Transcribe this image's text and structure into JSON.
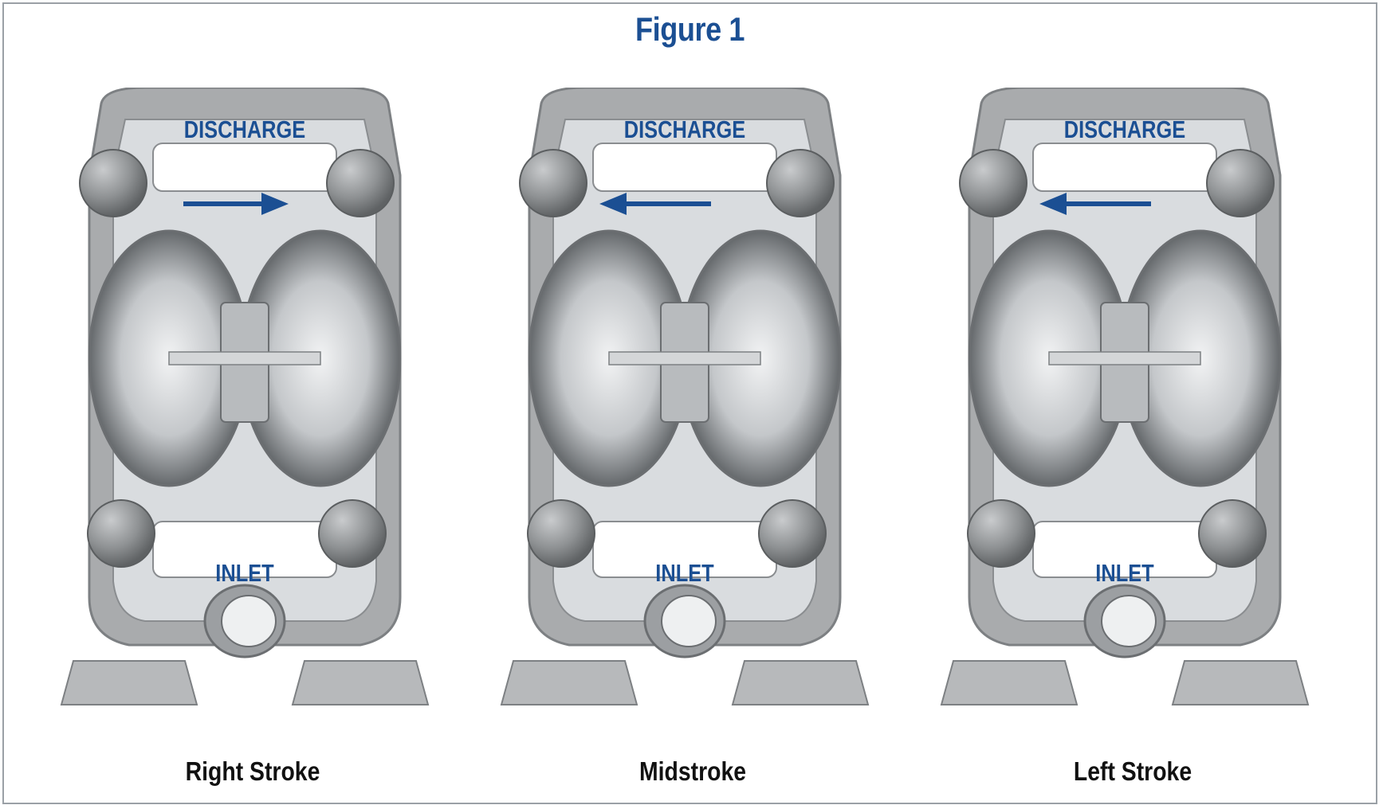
{
  "figure": {
    "title": "Figure 1"
  },
  "colors": {
    "title": "#1b4f93",
    "arrow": "#1b4f93",
    "body": "#a9abad",
    "fluid": "#d9dcdf",
    "caption": "#111111"
  },
  "panels": [
    {
      "discharge_label": "DISCHARGE",
      "inlet_label": "INLET",
      "caption": "Right Stroke",
      "arrow_direction": "right"
    },
    {
      "discharge_label": "DISCHARGE",
      "inlet_label": "INLET",
      "caption": "Midstroke",
      "arrow_direction": "left"
    },
    {
      "discharge_label": "DISCHARGE",
      "inlet_label": "INLET",
      "caption": "Left Stroke",
      "arrow_direction": "left"
    }
  ]
}
